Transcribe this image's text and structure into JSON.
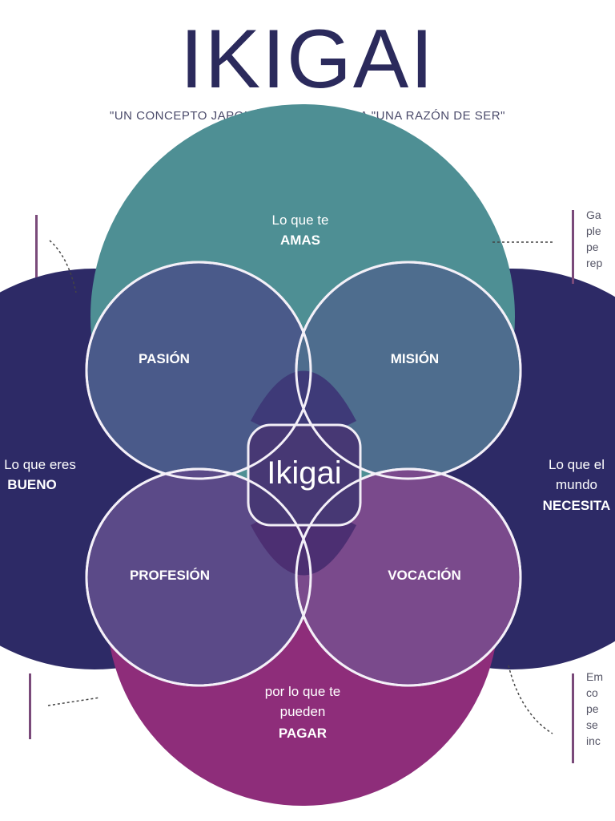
{
  "header": {
    "title": "IKIGAI",
    "subtitle": "\"UN CONCEPTO JAPONÉS QUE SIGNIFICA \"UNA RAZÓN DE SER\""
  },
  "diagram": {
    "circles": {
      "top": {
        "line1": "Lo que te",
        "line2": "AMAS"
      },
      "left": {
        "line1": "Lo que eres",
        "line2": "BUENO"
      },
      "right": {
        "line1": "Lo que el",
        "line2": "mundo",
        "line3": "NECESITA"
      },
      "bottom": {
        "line1": "por lo que te",
        "line2": "pueden",
        "line3": "PAGAR"
      }
    },
    "intersections": {
      "passion": "PASIÓN",
      "mission": "MISIÓN",
      "profession": "PROFESIÓN",
      "vocation": "VOCACIÓN"
    },
    "center": "Ikigai"
  },
  "notes": {
    "right_top": [
      "Ga",
      "ple",
      "pe",
      "rep"
    ],
    "right_bottom": [
      "Em",
      "co",
      "pe",
      "se",
      "inc"
    ]
  },
  "colors": {
    "top": "#4e8f94",
    "left": "#2d2a66",
    "right": "#2d2a66",
    "bottom": "#8e2d7a",
    "title": "#2b2a5c"
  }
}
